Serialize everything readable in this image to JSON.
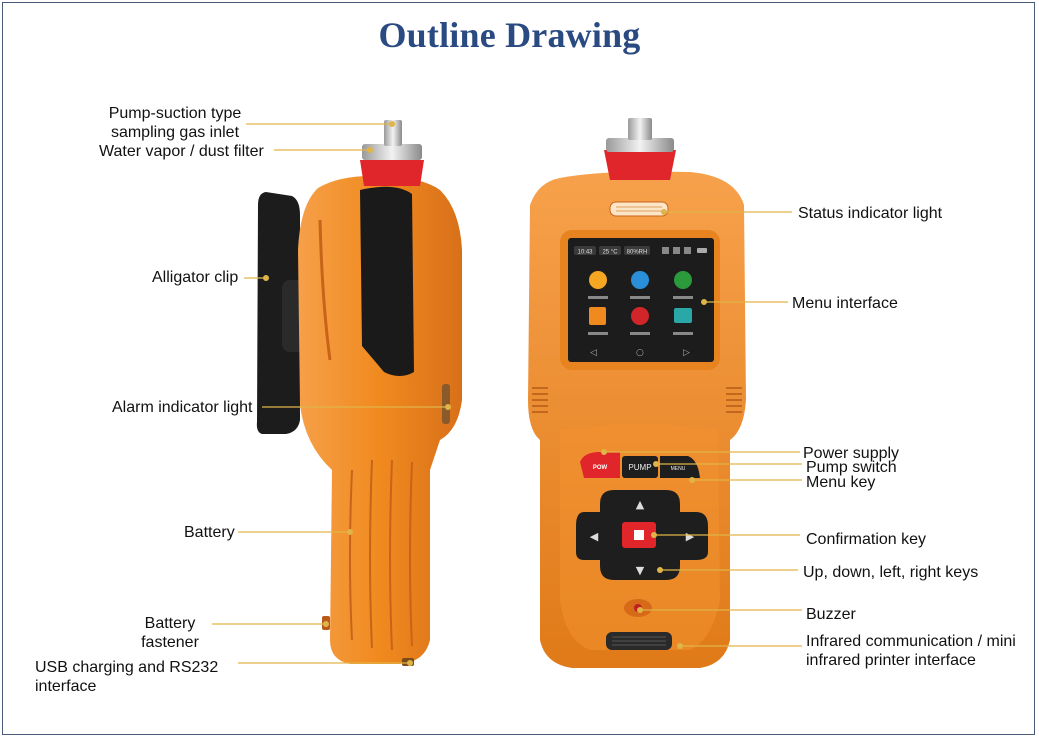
{
  "title": "Outline Drawing",
  "device_screen": {
    "status": [
      "10:43",
      "25 °C",
      "80%RH"
    ]
  },
  "keypad": {
    "power_key": "POW",
    "pump_key": "PUMP",
    "menu_key": "MENU"
  },
  "labels": {
    "pump_inlet": [
      "Pump-suction type",
      "sampling gas inlet"
    ],
    "filter": "Water vapor / dust filter",
    "clip": "Alligator clip",
    "alarm_light": "Alarm indicator light",
    "battery": "Battery",
    "fastener": [
      "Battery",
      "fastener"
    ],
    "usb": [
      "USB charging and RS232",
      "interface"
    ],
    "status_light": "Status indicator light",
    "menu_interface": "Menu interface",
    "power_supply": "Power supply",
    "pump_switch": "Pump switch",
    "menu_key": "Menu key",
    "confirm_key": "Confirmation key",
    "arrow_keys": "Up, down, left, right keys",
    "buzzer": "Buzzer",
    "infrared": [
      "Infrared communication / mini",
      "infrared printer interface"
    ]
  },
  "colors": {
    "title": "#2a4a82",
    "housing": "#f08a1e",
    "housing_dark": "#c9661a",
    "leader": "#e0b548",
    "keypad": "#1e1e1e",
    "red": "#e0262a"
  }
}
